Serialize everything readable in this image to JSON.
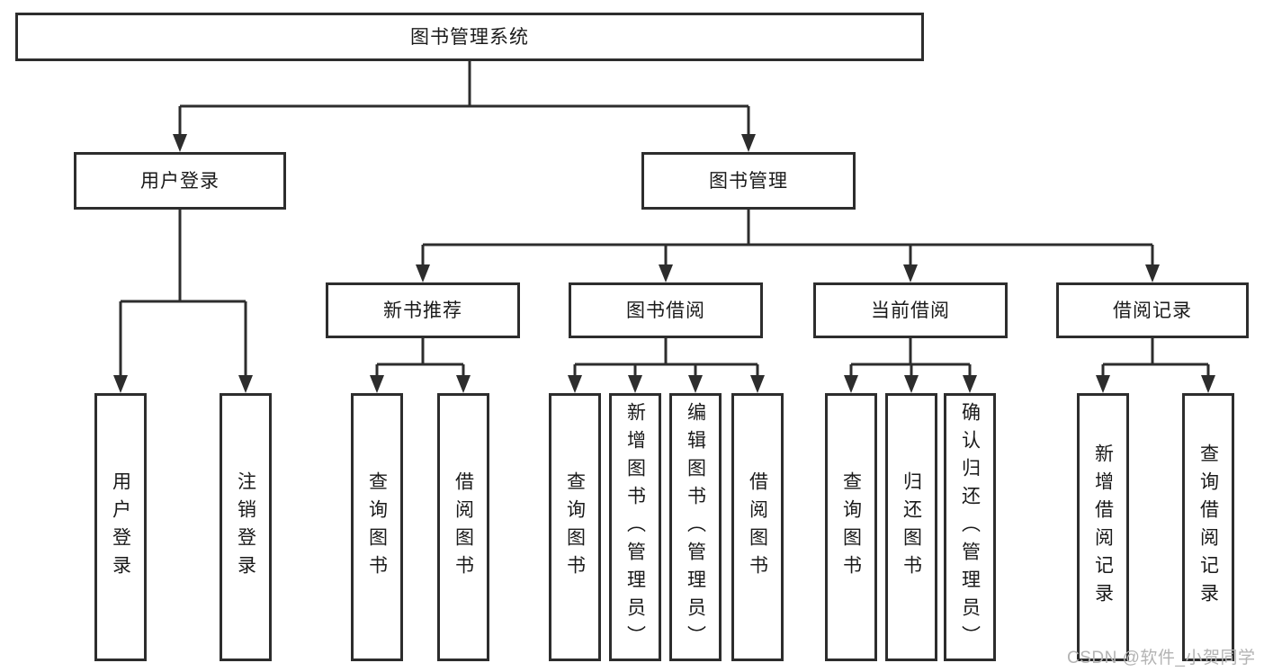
{
  "diagram": {
    "type": "hierarchy-diagram",
    "root": {
      "label": "图书管理系统"
    },
    "branches": [
      {
        "label": "用户登录",
        "children": [
          {
            "label": "用户登录"
          },
          {
            "label": "注销登录"
          }
        ]
      },
      {
        "label": "图书管理",
        "children": [
          {
            "label": "新书推荐",
            "children": [
              {
                "label": "查询图书"
              },
              {
                "label": "借阅图书"
              }
            ]
          },
          {
            "label": "图书借阅",
            "children": [
              {
                "label": "查询图书"
              },
              {
                "label": "新增图书（管理员）"
              },
              {
                "label": "编辑图书（管理员）"
              },
              {
                "label": "借阅图书"
              }
            ]
          },
          {
            "label": "当前借阅",
            "children": [
              {
                "label": "查询图书"
              },
              {
                "label": "归还图书"
              },
              {
                "label": "确认归还（管理员）"
              }
            ]
          },
          {
            "label": "借阅记录",
            "children": [
              {
                "label": "新增借阅记录"
              },
              {
                "label": "查询借阅记录"
              }
            ]
          }
        ]
      }
    ]
  },
  "watermark": {
    "text": "CSDN @软件_小贺同学"
  },
  "colors": {
    "line": "#2d2d2d",
    "box_border": "#2d2d2d",
    "text": "#1a1a1a",
    "watermark": "#b3b3b3",
    "background": "#ffffff"
  }
}
